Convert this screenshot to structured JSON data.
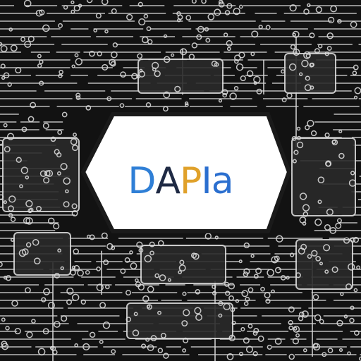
{
  "logo": {
    "text": "DAPIa",
    "letters": [
      {
        "char": "D",
        "color": "#2f7fd6"
      },
      {
        "char": "A",
        "color": "#1f2a44"
      },
      {
        "char": "P",
        "color": "#e0a12a"
      },
      {
        "char": "I",
        "color": "#2b6fcf"
      },
      {
        "char": "a",
        "color": "#2b6fcf"
      }
    ]
  },
  "colors": {
    "background": "#121212",
    "trace": "#d8d8d8",
    "chip_dark": "#2a2a2a",
    "badge_fill": "#ffffff",
    "badge_border": "#1a1a1a"
  }
}
